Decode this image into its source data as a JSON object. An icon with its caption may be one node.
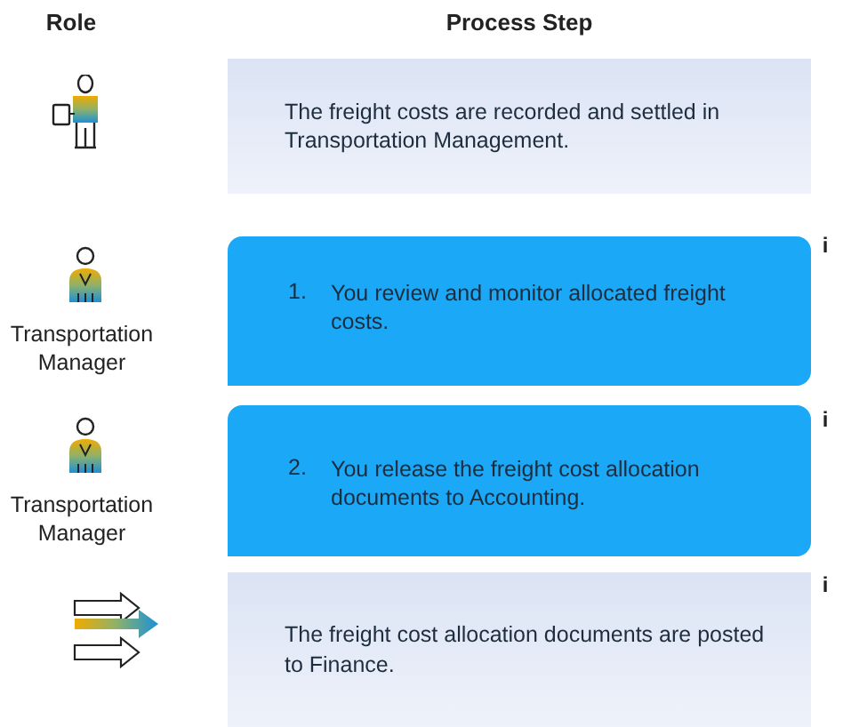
{
  "diagram": {
    "nodes": [
      {
        "text": [
          "The freight costs are recorded and settled in Transportation Management."
        ]
      },
      {
        "text": [
          "1.",
          "You review and monitor allocated freight costs."
        ]
      },
      {
        "text": [
          "2.",
          "You release the freight cost allocation documents to Accounting."
        ]
      },
      {
        "text": [
          "The freight cost allocation documents are posted to Finance."
        ]
      }
    ],
    "labels": [
      "Role",
      "Process Step",
      "Transportation Manager",
      "i",
      "Transportation Manager",
      "i",
      "i"
    ]
  }
}
